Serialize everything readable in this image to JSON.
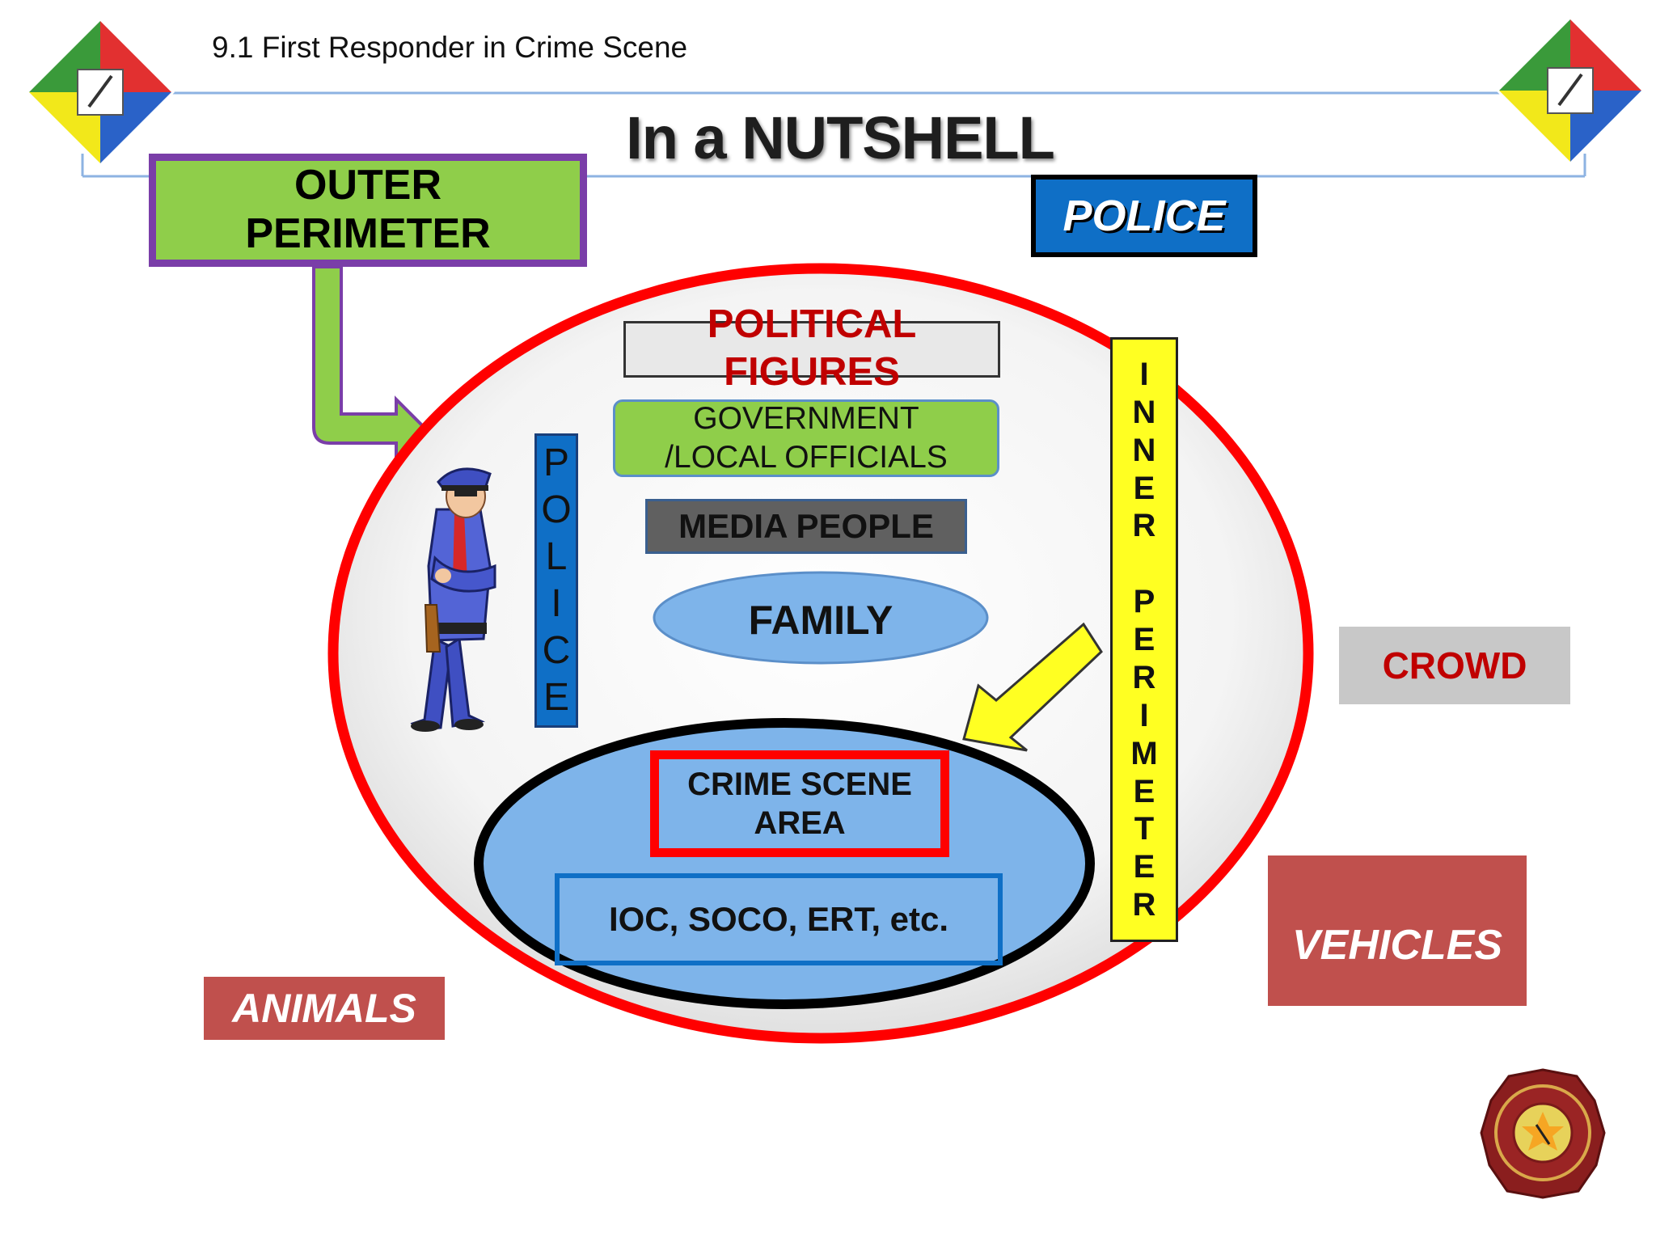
{
  "header": {
    "text": "9.1 First Responder in Crime Scene"
  },
  "title": "In a NUTSHELL",
  "outer_perimeter": "OUTER\nPERIMETER",
  "police_top": "POLICE",
  "political_figures": "POLITICAL\nFIGURES",
  "government_officials": "GOVERNMENT\n/LOCAL OFFICIALS",
  "media_people": "MEDIA PEOPLE",
  "family": "FAMILY",
  "police_vertical": [
    "P",
    "O",
    "L",
    "I",
    "C",
    "E"
  ],
  "inner_perimeter_letters": [
    "I",
    "N",
    "N",
    "E",
    "R",
    "",
    "P",
    "E",
    "R",
    "I",
    "M",
    "E",
    "T",
    "E",
    "R"
  ],
  "crime_scene_area": "CRIME SCENE\nAREA",
  "units": "IOC, SOCO, ERT, etc.",
  "crowd": "CROWD",
  "vehicles": "VEHICLES",
  "animals": "ANIMALS",
  "icons": {
    "left_logo": "diamond-emblem-icon",
    "right_logo": "diamond-emblem-icon",
    "police_figure": "police-officer-icon",
    "pnp_seal": "pnp-seal-icon"
  },
  "colors": {
    "outer_fill": "#8fce4a",
    "outer_border": "#7a3ea8",
    "police_blue": "#0f6fc6",
    "perimeter_red": "#ff0000",
    "inner_yellow": "#ffff22",
    "crime_scene_blue": "#7eb4ea",
    "political_red": "#c00000",
    "box_red": "#c0504d"
  }
}
